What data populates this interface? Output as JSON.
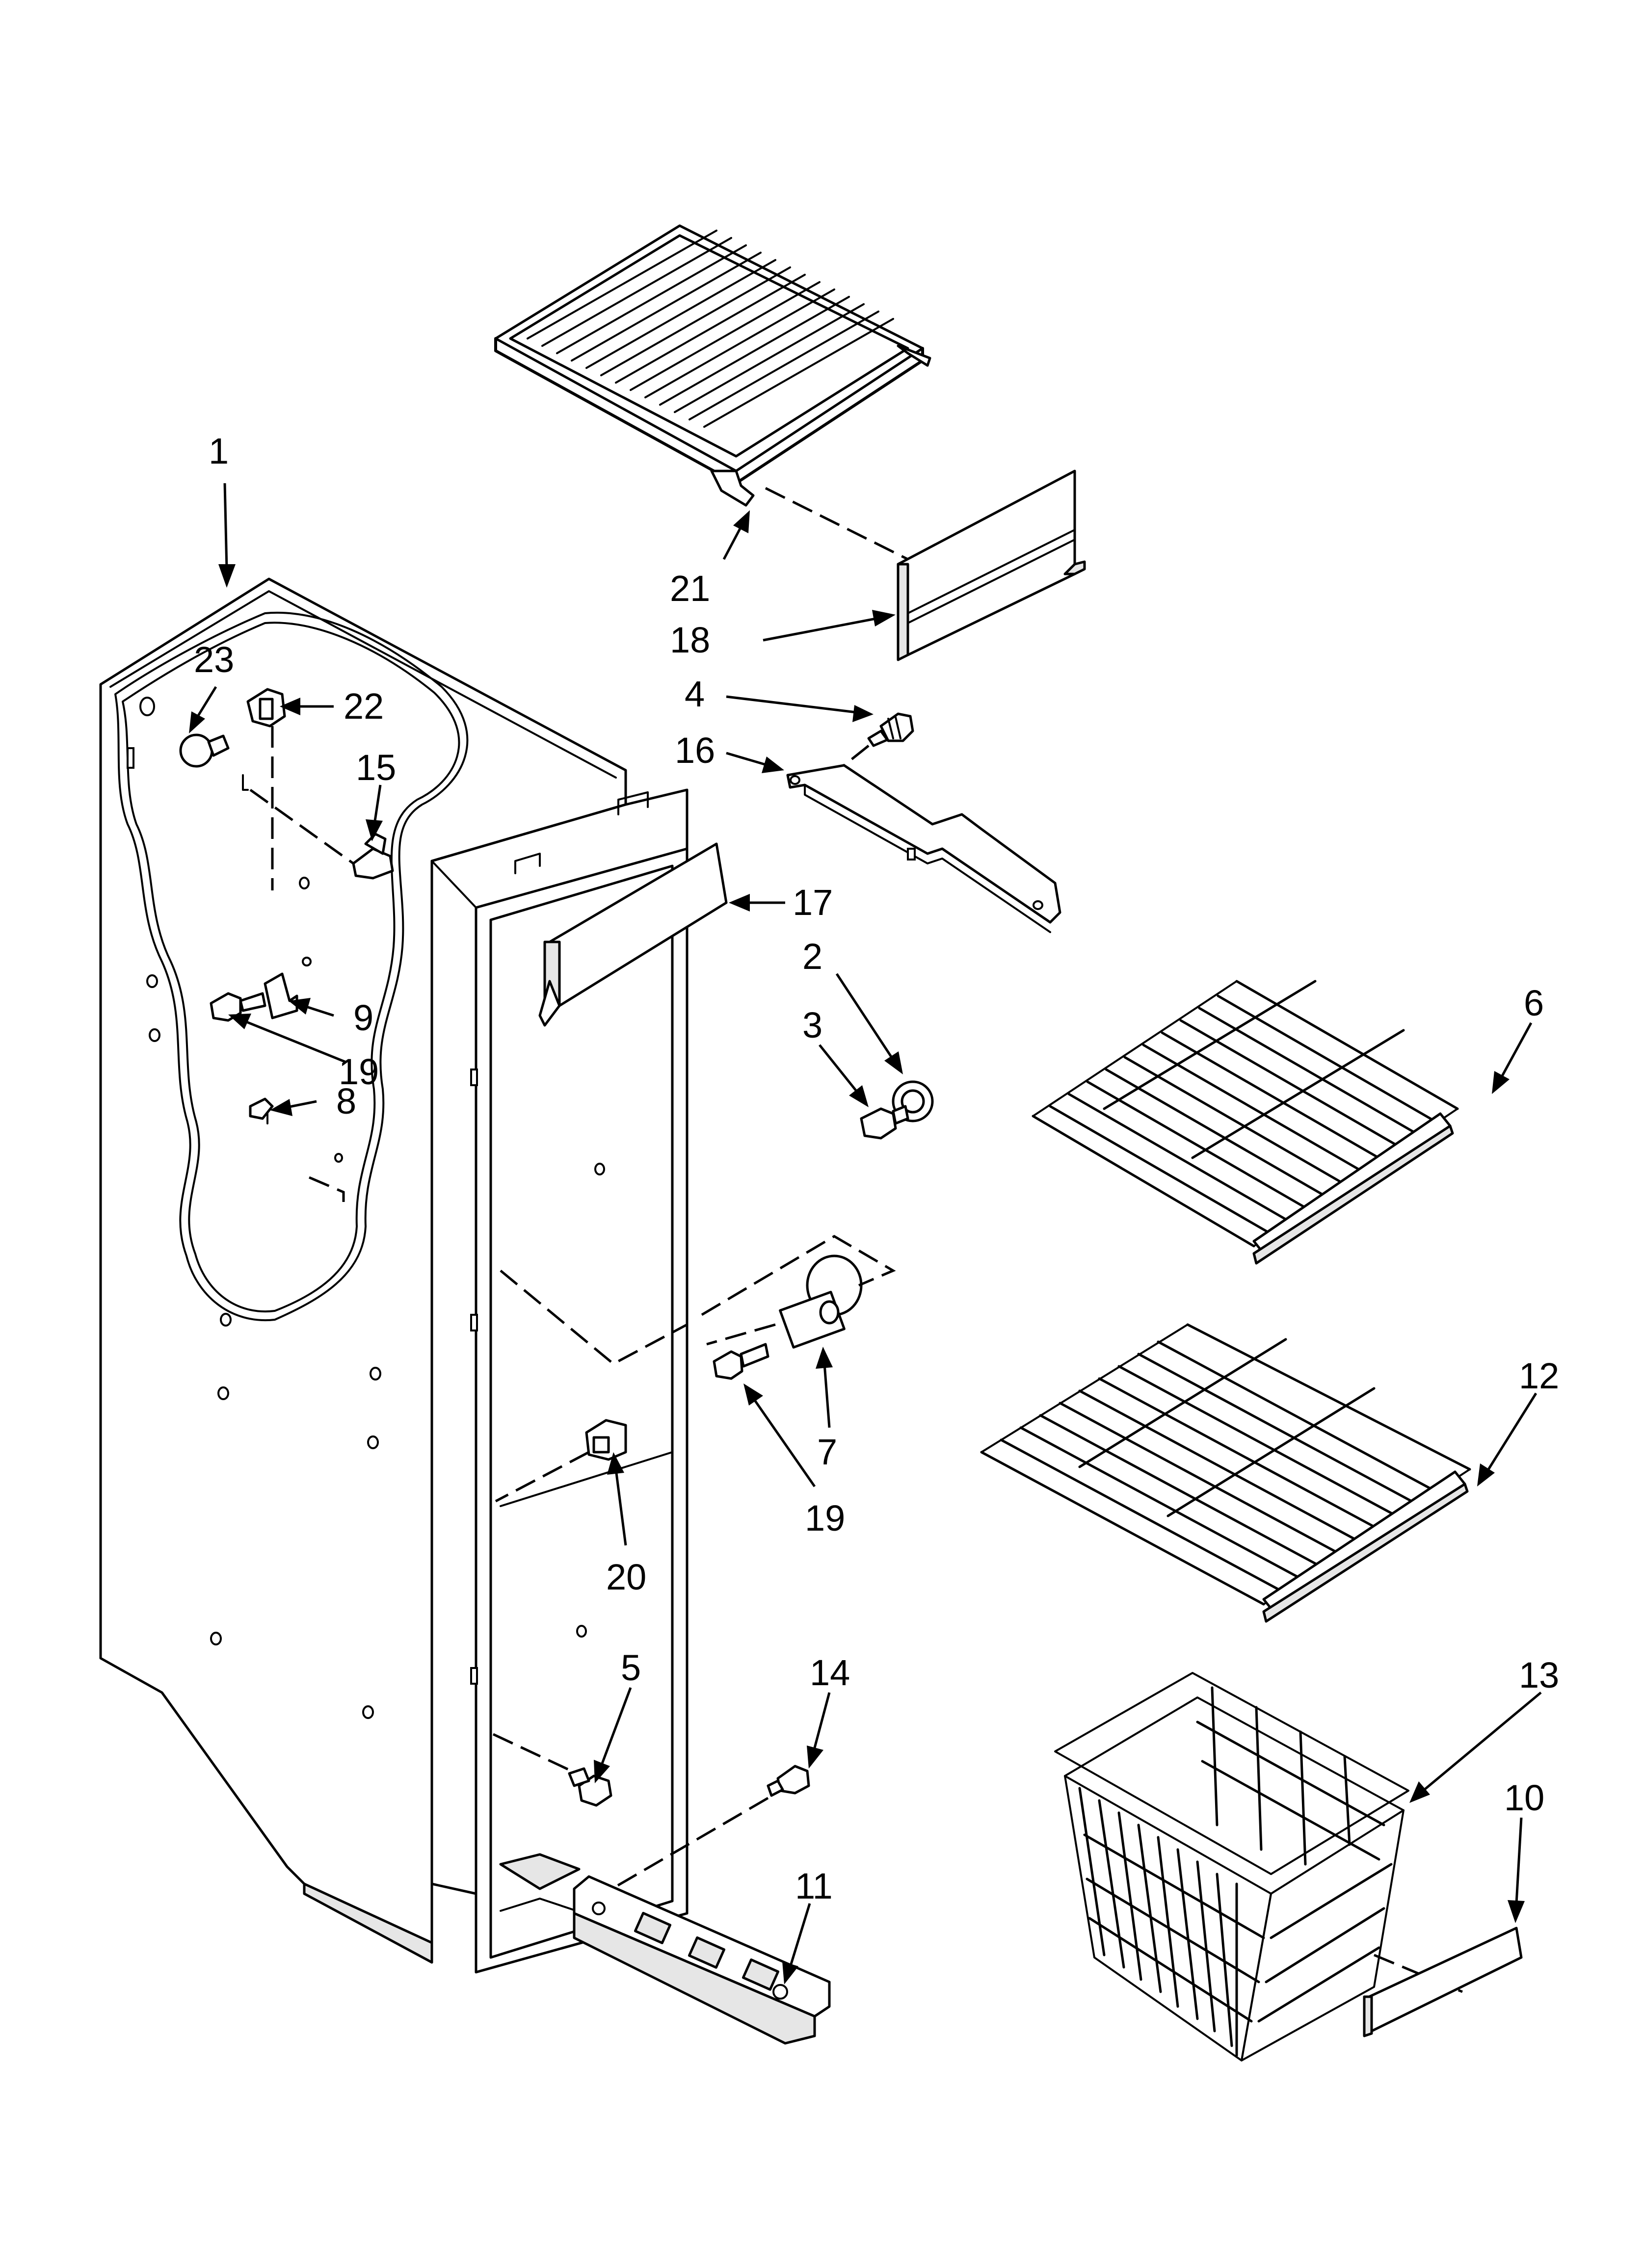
{
  "diagram": {
    "callouts": [
      {
        "id": "1",
        "text": "1"
      },
      {
        "id": "2",
        "text": "2"
      },
      {
        "id": "3",
        "text": "3"
      },
      {
        "id": "4",
        "text": "4"
      },
      {
        "id": "5",
        "text": "5"
      },
      {
        "id": "6",
        "text": "6"
      },
      {
        "id": "7",
        "text": "7"
      },
      {
        "id": "8",
        "text": "8"
      },
      {
        "id": "9",
        "text": "9"
      },
      {
        "id": "10",
        "text": "10"
      },
      {
        "id": "11",
        "text": "11"
      },
      {
        "id": "12",
        "text": "12"
      },
      {
        "id": "13",
        "text": "13"
      },
      {
        "id": "14",
        "text": "14"
      },
      {
        "id": "15",
        "text": "15"
      },
      {
        "id": "16",
        "text": "16"
      },
      {
        "id": "17",
        "text": "17"
      },
      {
        "id": "18",
        "text": "18"
      },
      {
        "id": "19a",
        "text": "19"
      },
      {
        "id": "19b",
        "text": "19"
      },
      {
        "id": "20",
        "text": "20"
      },
      {
        "id": "21",
        "text": "21"
      },
      {
        "id": "22",
        "text": "22"
      },
      {
        "id": "23",
        "text": "23"
      }
    ]
  }
}
